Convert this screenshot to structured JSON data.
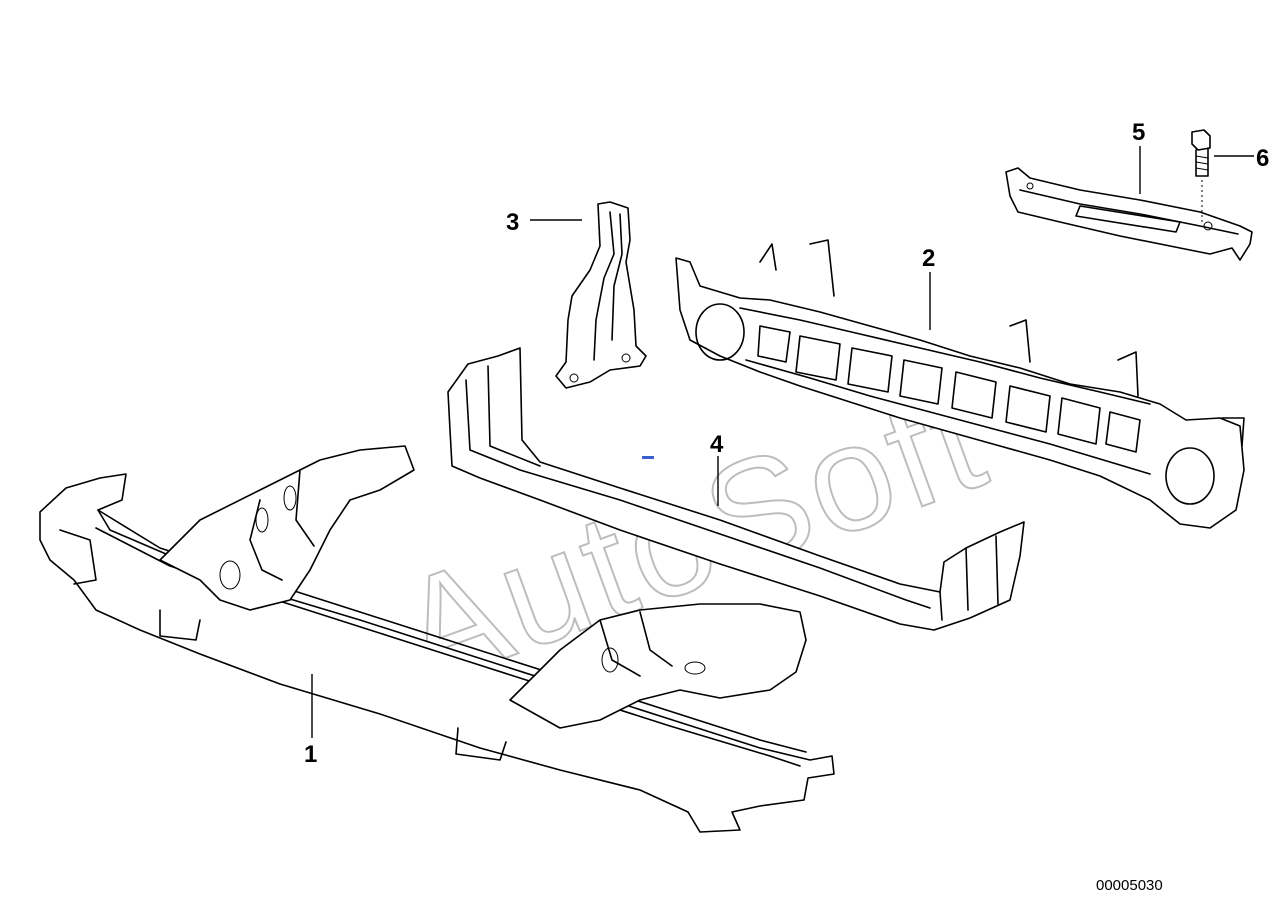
{
  "diagram": {
    "callouts": [
      "1",
      "2",
      "3",
      "4",
      "5",
      "6"
    ],
    "watermark": "AutoSoft",
    "drawing_number": "00005030"
  }
}
